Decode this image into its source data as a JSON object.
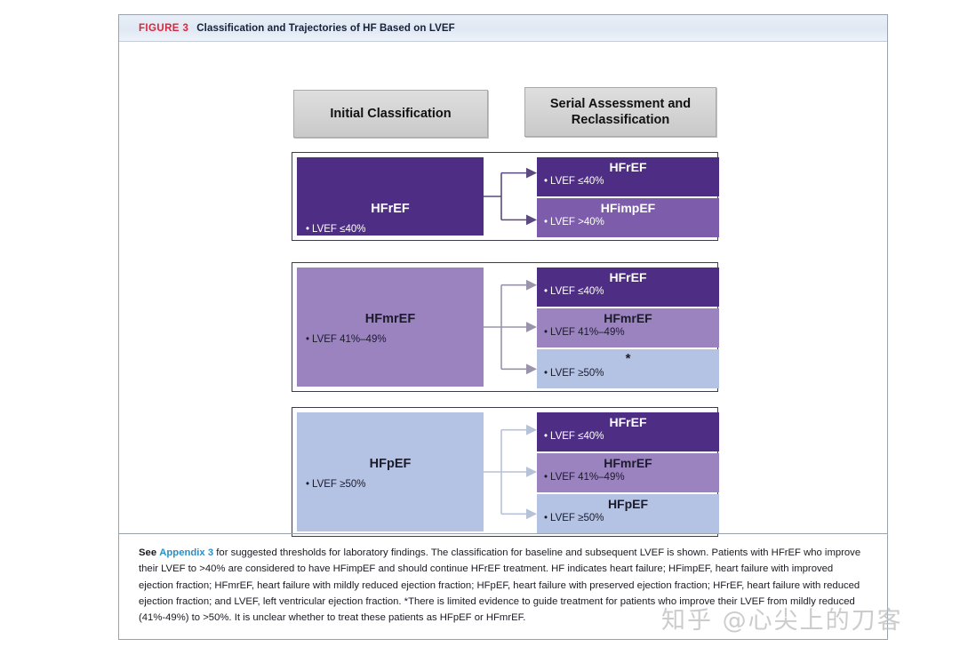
{
  "figure": {
    "label": "FIGURE 3",
    "title": "Classification and Trajectories of HF Based on LVEF",
    "label_color": "#d9253e"
  },
  "headers": {
    "initial": "Initial Classification",
    "serial": "Serial Assessment and Reclassification"
  },
  "colors": {
    "hfref": "#4e2d84",
    "hfimpef": "#7d5cab",
    "hfmref": "#9b83c0",
    "hfpef": "#b4c2e4",
    "arrow_row1": "#5b4a7d",
    "arrow_row2": "#9a93ab",
    "arrow_row3": "#b6c2d8"
  },
  "rows": [
    {
      "id": "row-1",
      "left": {
        "title": "HFrEF",
        "sub": "LVEF ≤40%",
        "theme": "c-dark"
      },
      "right": [
        {
          "title": "HFrEF",
          "sub": "LVEF ≤40%",
          "theme": "c-dark"
        },
        {
          "title": "HFimpEF",
          "sub": "LVEF >40%",
          "theme": "c-imp"
        }
      ]
    },
    {
      "id": "row-2",
      "left": {
        "title": "HFmrEF",
        "sub": "LVEF 41%–49%",
        "theme": "c-mid"
      },
      "right": [
        {
          "title": "HFrEF",
          "sub": "LVEF ≤40%",
          "theme": "c-dark"
        },
        {
          "title": "HFmrEF",
          "sub": "LVEF 41%–49%",
          "theme": "c-mid"
        },
        {
          "title": "*",
          "sub": "LVEF ≥50%",
          "theme": "c-light",
          "is_star": true
        }
      ]
    },
    {
      "id": "row-3",
      "left": {
        "title": "HFpEF",
        "sub": "LVEF ≥50%",
        "theme": "c-light"
      },
      "right": [
        {
          "title": "HFrEF",
          "sub": "LVEF ≤40%",
          "theme": "c-dark"
        },
        {
          "title": "HFmrEF",
          "sub": "LVEF 41%–49%",
          "theme": "c-mid"
        },
        {
          "title": "HFpEF",
          "sub": "LVEF ≥50%",
          "theme": "c-light"
        }
      ]
    }
  ],
  "caption": {
    "see": "See",
    "link": "Appendix 3",
    "body_1": " for suggested thresholds for laboratory findings. The classification for baseline and subsequent LVEF is shown. Patients with HFrEF who improve their LVEF to >40% are considered to have HFimpEF and should continue HFrEF treatment. HF indicates heart failure; HFimpEF, heart failure with improved ejection fraction; HFmrEF, heart failure with mildly reduced ejection fraction; HFpEF, heart failure with preserved ejection fraction; HFrEF, heart failure with reduced ejection fraction; and LVEF, left ventricular ejection fraction. *There is limited evidence to guide treatment for patients who improve their LVEF from mildly reduced (41%-49%) to >50%. It is unclear whether to treat these patients as HFpEF or HFmrEF."
  },
  "watermark": "知乎 @心尖上的刀客"
}
